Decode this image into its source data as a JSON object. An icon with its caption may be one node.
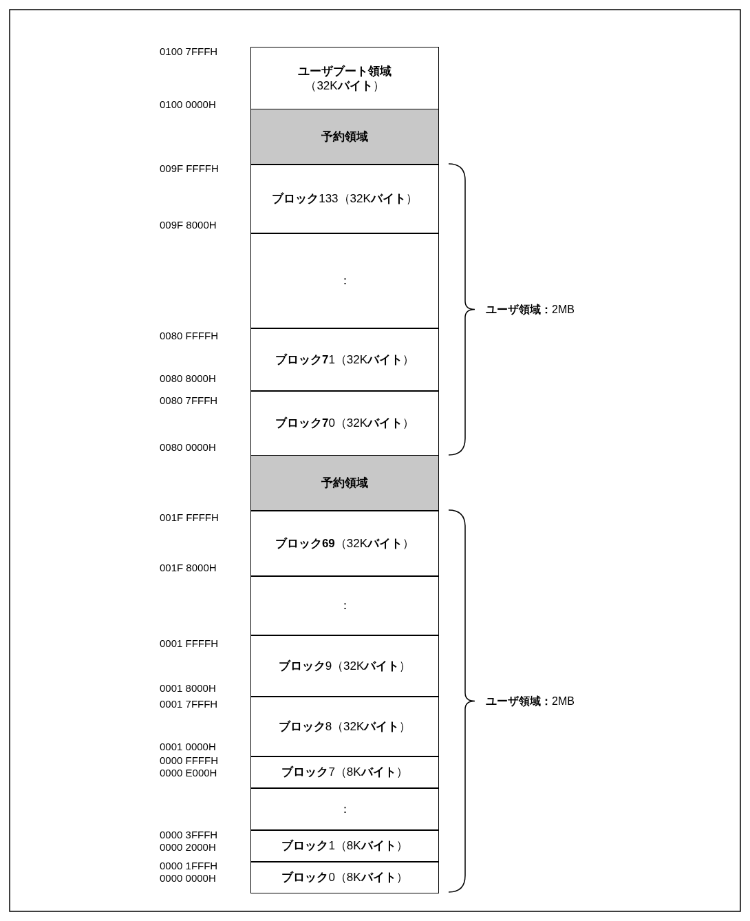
{
  "diagram": {
    "nodes": [
      {
        "text": [
          "**ユーザブート領域**",
          "（32K**バイト**）"
        ],
        "beside": [
          "0100 7FFFH",
          "0100 0000H"
        ]
      },
      {
        "text": [
          "**予約領域**"
        ]
      },
      {
        "text": [
          "**ブロック**133（32K**バイト**）"
        ],
        "beside": [
          "009F FFFFH",
          "009F 8000H"
        ]
      },
      {
        "text": [
          "："
        ]
      },
      {
        "text": [
          "**ブロック7**1（32K**バイト**）"
        ],
        "beside": [
          "0080 FFFFH",
          "0080 8000H"
        ]
      },
      {
        "text": [
          "**ブロック7**0（32K**バイト**）"
        ],
        "beside": [
          "0080 7FFFH",
          "0080 0000H"
        ]
      },
      {
        "text": [
          "**予約領域**"
        ]
      },
      {
        "text": [
          "**ブロック69**（32K**バイト**）"
        ],
        "beside": [
          "001F FFFFH",
          "001F 8000H"
        ]
      },
      {
        "text": [
          "："
        ]
      },
      {
        "text": [
          "**ブロック**9（32K**バイト**）"
        ],
        "beside": [
          "0001 FFFFH",
          "0001 8000H"
        ]
      },
      {
        "text": [
          "**ブロック**8（32K**バイト**）"
        ],
        "beside": [
          "0001 7FFFH",
          "0001 0000H"
        ]
      },
      {
        "text": [
          "**ブロック**7（8K**バイト**）"
        ],
        "beside": [
          "0000 FFFFH",
          "0000 E000H"
        ]
      },
      {
        "text": [
          "："
        ]
      },
      {
        "text": [
          "**ブロック**1（8K**バイト**）"
        ],
        "beside": [
          "0000 3FFFH",
          "0000 2000H"
        ]
      },
      {
        "text": [
          "**ブロック**0（8K**バイト**）"
        ],
        "beside": [
          "0000 1FFFH",
          "0000 0000H"
        ]
      }
    ],
    "labels": [
      "**ユーザ領域：**2MB",
      "**ユーザ領域：**2MB"
    ]
  }
}
